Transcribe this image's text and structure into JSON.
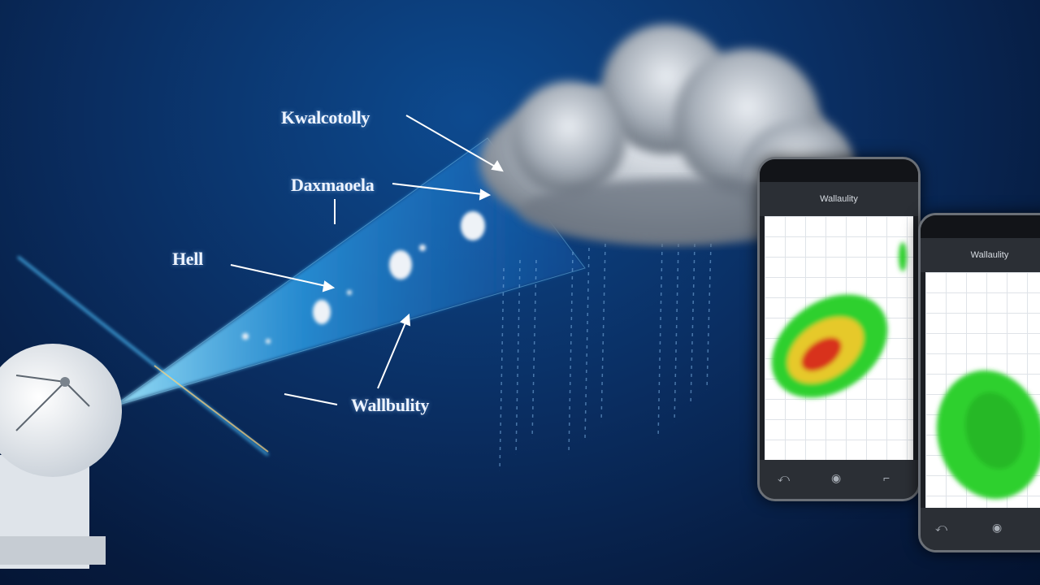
{
  "labels": {
    "top": "Kwalcotolly",
    "second": "Daxmaoela",
    "hail": "Hell",
    "bottom": "Wallbulity"
  },
  "phone_left": {
    "app_title": "Wallaulity"
  },
  "phone_right": {
    "app_title": "Wallaulity"
  },
  "icons": [
    "radar-dish-icon",
    "cloud-icon",
    "rain-streaks-icon",
    "hail-stone-icon",
    "back-icon",
    "home-icon",
    "recent-apps-icon"
  ],
  "colors": {
    "background": "#0a2e62",
    "beam": "#3fb8ff",
    "radar_green": "#2ecc2e",
    "radar_yellow": "#e8c82a",
    "radar_red": "#d8321e"
  }
}
